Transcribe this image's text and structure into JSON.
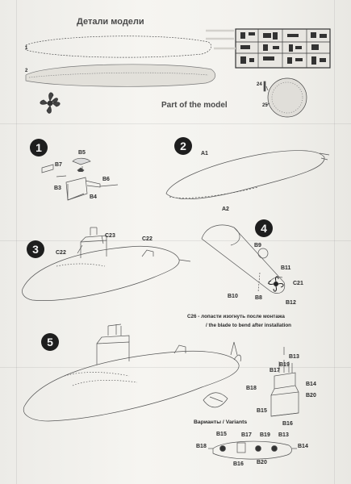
{
  "header": {
    "title_ru": "Детали модели",
    "title_en": "Part of the model"
  },
  "steps": [
    "1",
    "2",
    "3",
    "4",
    "5"
  ],
  "sprue_numbers": [
    "1",
    "2"
  ],
  "parts": {
    "b5": "B5",
    "b7": "B7",
    "b6": "B6",
    "b3": "B3",
    "b4": "B4",
    "a1": "A1",
    "a2": "A2",
    "c23": "C23",
    "c22a": "C22",
    "c22b": "C22",
    "b9": "B9",
    "b11": "B11",
    "c21": "C21",
    "b10": "B10",
    "b8": "B8",
    "b12": "B12",
    "b13": "B13",
    "b19": "B19",
    "b17": "B17",
    "b18": "B18",
    "b14": "B14",
    "b20": "B20",
    "b15": "B15",
    "b16": "B16",
    "f24": "24",
    "f25": "25",
    "v_b15": "B15",
    "v_b17": "B17",
    "v_b19": "B19",
    "v_b13": "B13",
    "v_b18": "B18",
    "v_b14": "B14",
    "v_b16": "B16",
    "v_b20": "B20"
  },
  "notes": {
    "c26_ru": "C26 - лопасти изогнуть после монтажа",
    "c26_en": "/ the blade to bend after installation",
    "variants": "Варианты / Variants"
  }
}
